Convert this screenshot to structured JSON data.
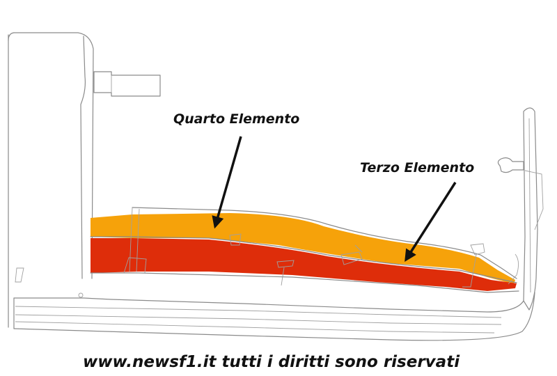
{
  "labels": {
    "fourth_element": "Quarto Elemento",
    "third_element": "Terzo Elemento"
  },
  "watermark": "www.newsf1.it tutti i diritti sono riservati",
  "colors": {
    "fourth_element_fill": "#f6a20a",
    "third_element_fill": "#de2d0a",
    "outline": "#8a8a8a",
    "arrow": "#111111"
  }
}
